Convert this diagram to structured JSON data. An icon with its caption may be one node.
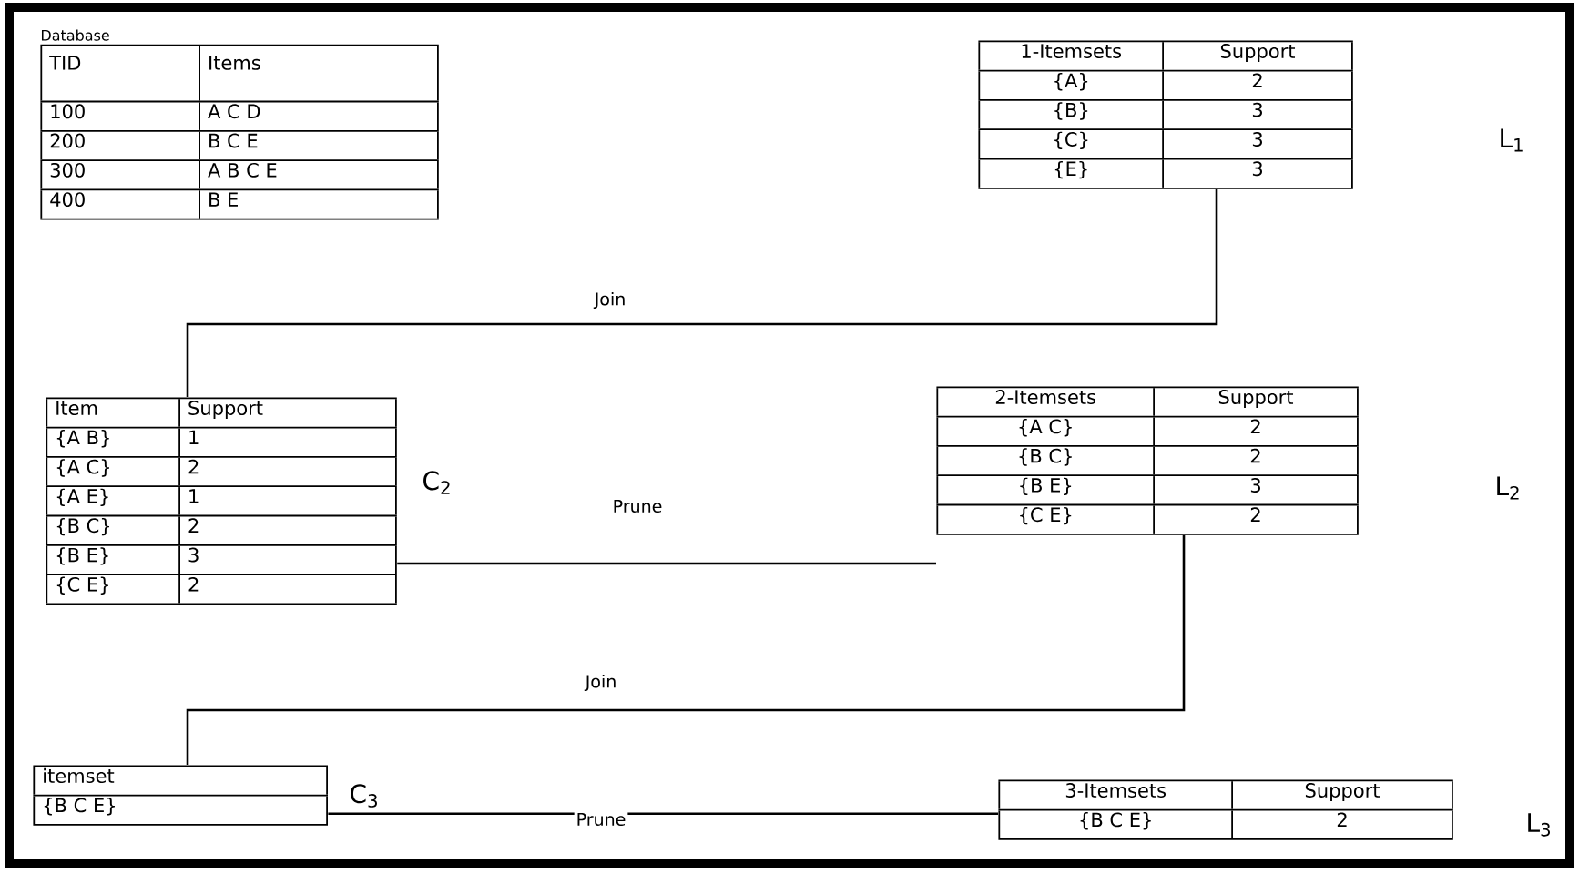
{
  "diagram": {
    "nodes": [
      {
        "text": [
          "Database",
          "TID",
          "Items",
          "100",
          "A C D",
          "200",
          "B C E",
          "300",
          "A B C E",
          "400",
          "B E"
        ]
      },
      {
        "text": [
          "1-Itemsets",
          "Support",
          "{A}",
          "2",
          "{B}",
          "3",
          "{C}",
          "3",
          "{E}",
          "3"
        ]
      },
      {
        "text": [
          "Item",
          "Support",
          "{A B}",
          "1",
          "{A C}",
          "2",
          "{A E}",
          "1",
          "{B C}",
          "2",
          "{B E}",
          "3",
          "{C E}",
          "2"
        ],
        "beside": [
          "C$_{2}$"
        ]
      },
      {
        "text": [
          "2-Itemsets",
          "Support",
          "{A C}",
          "2",
          "{B C}",
          "2",
          "{B E}",
          "3",
          "{C E}",
          "2"
        ]
      },
      {
        "text": [
          "itemset",
          "{B C E}"
        ],
        "beside": [
          "C$_{3}$"
        ]
      },
      {
        "text": [
          "3-Itemsets",
          "Support",
          "{B C E}",
          "2"
        ]
      }
    ],
    "edges": [
      {
        "from": 1,
        "to": 2,
        "arrow": "none",
        "label": "Join"
      },
      {
        "from": 2,
        "to": 3,
        "arrow": "none",
        "label": "Prune"
      },
      {
        "from": 3,
        "to": 4,
        "arrow": "none",
        "label": "Join"
      },
      {
        "from": 4,
        "to": 5,
        "arrow": "none",
        "label": "Prune"
      }
    ],
    "labels": [
      "L$_{1}$",
      "L$_{2}$",
      "L$_{3}$"
    ]
  }
}
